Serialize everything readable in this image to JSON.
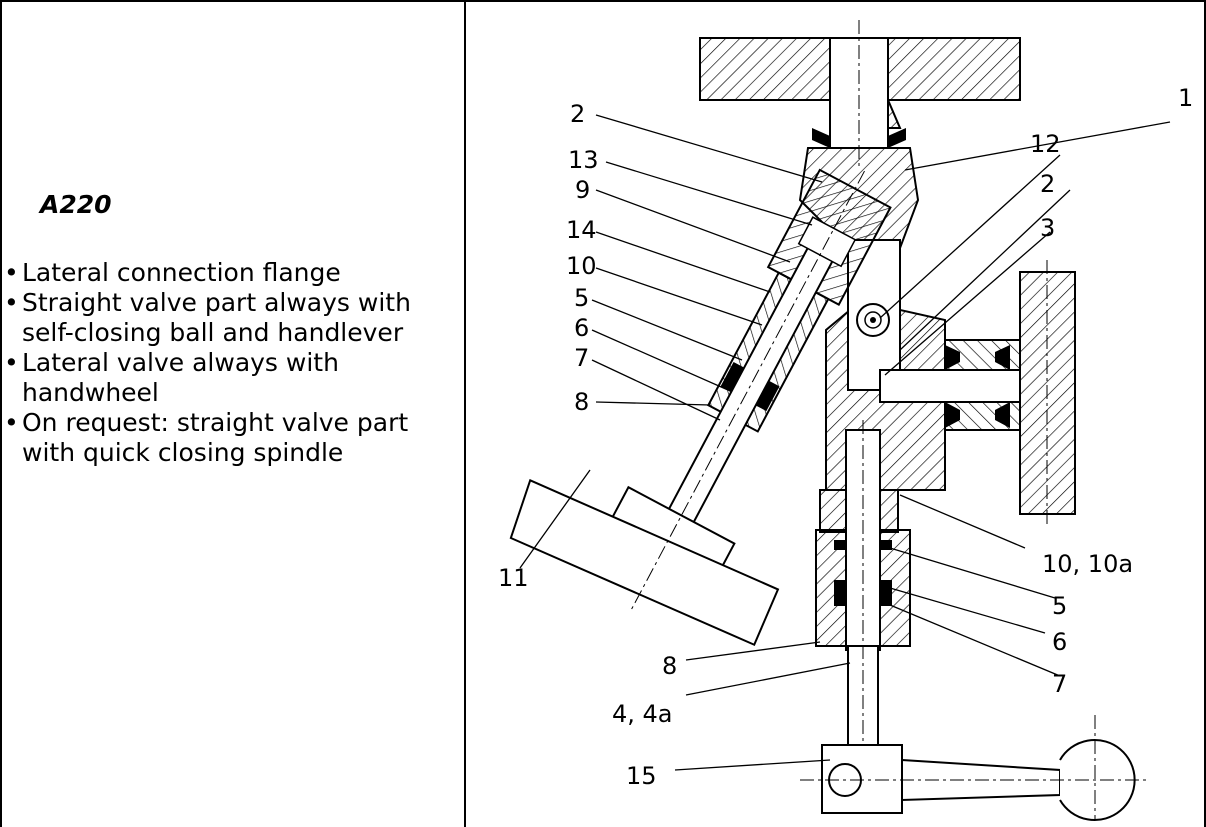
{
  "product": {
    "title": "A220",
    "features": [
      "Lateral connection flange",
      "Straight valve part always with self-closing ball and handlever",
      "Lateral valve always with handwheel",
      "On request: straight valve part with quick closing spindle"
    ]
  },
  "diagram": {
    "callouts": [
      "2",
      "13",
      "9",
      "14",
      "10",
      "5",
      "6",
      "7",
      "8",
      "11",
      "1",
      "12",
      "2",
      "3",
      "10, 10a",
      "5",
      "6",
      "7",
      "8",
      "4, 4a",
      "15"
    ]
  }
}
